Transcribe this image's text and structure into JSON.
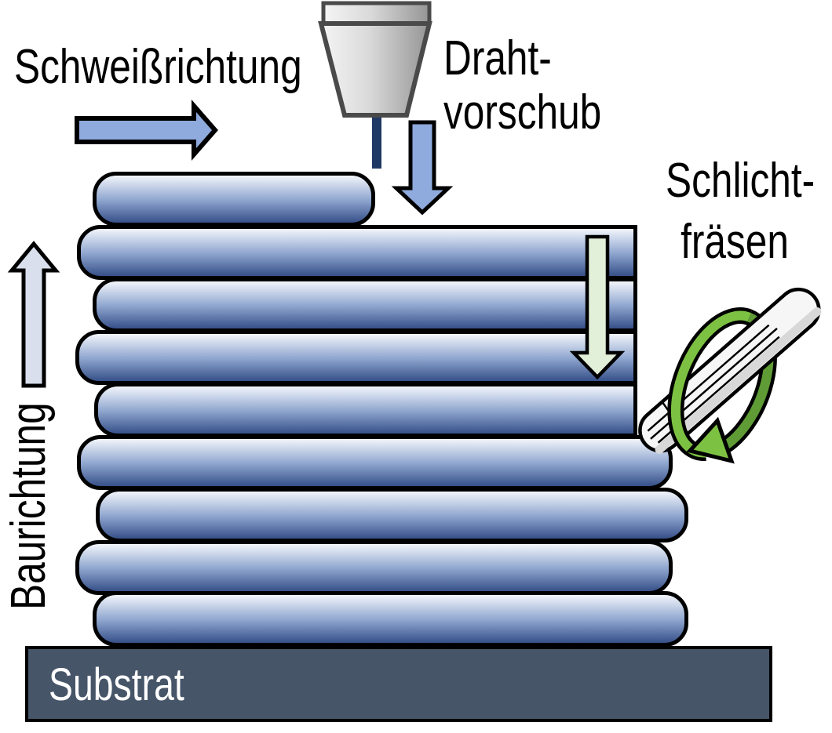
{
  "labels": {
    "weld_direction": "Schweißrichtung",
    "wire_feed": [
      "Draht-",
      "vorschub"
    ],
    "finish_milling": [
      "Schlicht-",
      "fräsen"
    ],
    "build_direction": "Baurichtung",
    "substrate": "Substrat"
  },
  "structure": {
    "weld_bead_count": 9,
    "milled_flat_right_edge_beads": [
      2,
      3,
      4,
      5
    ]
  },
  "colors": {
    "bead_top": "#f2f5fb",
    "bead_mid": "#8fa6cf",
    "bead_bottom": "#365089",
    "arrow_blue": "#8faadc",
    "arrow_build": "#d9dfec",
    "arrow_pale_green": "#e2efd9",
    "mill_green_front": "#7dc142",
    "mill_green_back": "#5f9c35",
    "mill_tool_body": "#f6f6f6",
    "mill_tool_shade": "#d8d8d8",
    "substrate_fill": "#475569",
    "substrate_text": "#ffffff",
    "wire": "#1f3864",
    "torch_light": "#f5f5f5",
    "torch_dark": "#959595",
    "torch_border": "#4a4a4a",
    "outline": "#000000"
  }
}
